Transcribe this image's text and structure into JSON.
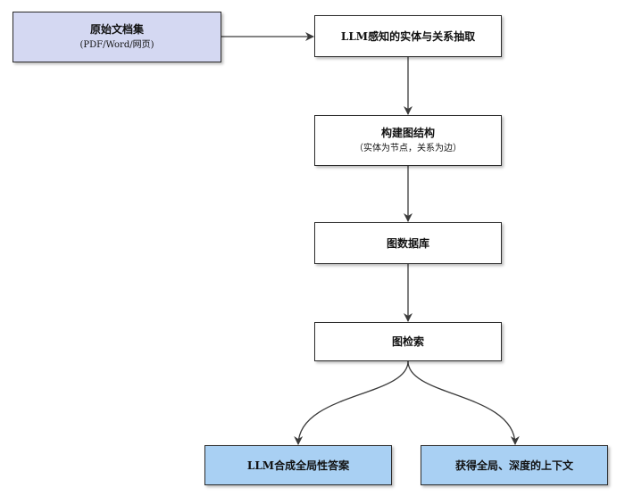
{
  "colors": {
    "source_fill": "#d4d8f2",
    "result_fill": "#a9d0f3",
    "process_fill": "#ffffff",
    "border": "#2b2b2b",
    "edge": "#3a3a3a"
  },
  "nodes": {
    "source": {
      "title": "原始文档集",
      "subtitle": "(PDF/Word/网页)"
    },
    "extract": {
      "title": "LLM感知的实体与关系抽取"
    },
    "graph": {
      "title": "构建图结构",
      "subtitle": "（实体为节点，关系为边）"
    },
    "db": {
      "title": "图数据库"
    },
    "retrieve": {
      "title": "图检索"
    },
    "answer": {
      "title": "LLM合成全局性答案"
    },
    "context": {
      "title": "获得全局、深度的上下文"
    }
  },
  "edges": [
    {
      "from": "source",
      "to": "extract"
    },
    {
      "from": "extract",
      "to": "graph"
    },
    {
      "from": "graph",
      "to": "db"
    },
    {
      "from": "db",
      "to": "retrieve"
    },
    {
      "from": "retrieve",
      "to": "answer"
    },
    {
      "from": "retrieve",
      "to": "context"
    }
  ]
}
